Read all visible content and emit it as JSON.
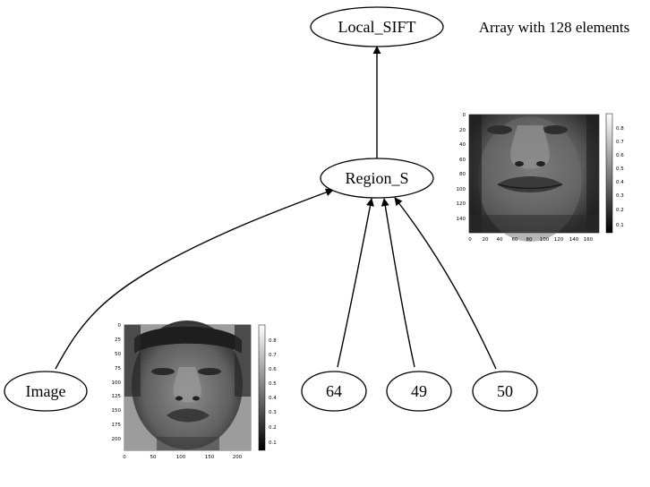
{
  "graph": {
    "nodes": [
      {
        "id": "local_sift",
        "label": "Local_SIFT"
      },
      {
        "id": "region_s",
        "label": "Region_S"
      },
      {
        "id": "image",
        "label": "Image"
      },
      {
        "id": "n64",
        "label": "64"
      },
      {
        "id": "n49",
        "label": "49"
      },
      {
        "id": "n50",
        "label": "50"
      }
    ],
    "edges": [
      {
        "from": "region_s",
        "to": "local_sift"
      },
      {
        "from": "image",
        "to": "region_s"
      },
      {
        "from": "n64",
        "to": "region_s"
      },
      {
        "from": "n49",
        "to": "region_s"
      },
      {
        "from": "n50",
        "to": "region_s"
      }
    ],
    "annotation": "Array with 128 elements"
  },
  "plots": {
    "cropped_face": {
      "y_ticks": [
        "0",
        "20",
        "40",
        "60",
        "80",
        "100",
        "120",
        "140"
      ],
      "x_ticks": [
        "0",
        "20",
        "40",
        "60",
        "80",
        "100",
        "120",
        "140",
        "160"
      ],
      "colorbar_ticks": [
        "0.8",
        "0.7",
        "0.6",
        "0.5",
        "0.4",
        "0.3",
        "0.2",
        "0.1"
      ],
      "colormap": "gray"
    },
    "full_face": {
      "y_ticks": [
        "0",
        "25",
        "50",
        "75",
        "100",
        "125",
        "150",
        "175",
        "200"
      ],
      "x_ticks": [
        "0",
        "50",
        "100",
        "150",
        "200"
      ],
      "colorbar_ticks": [
        "0.8",
        "0.7",
        "0.6",
        "0.5",
        "0.4",
        "0.3",
        "0.2",
        "0.1"
      ],
      "colormap": "gray"
    }
  }
}
